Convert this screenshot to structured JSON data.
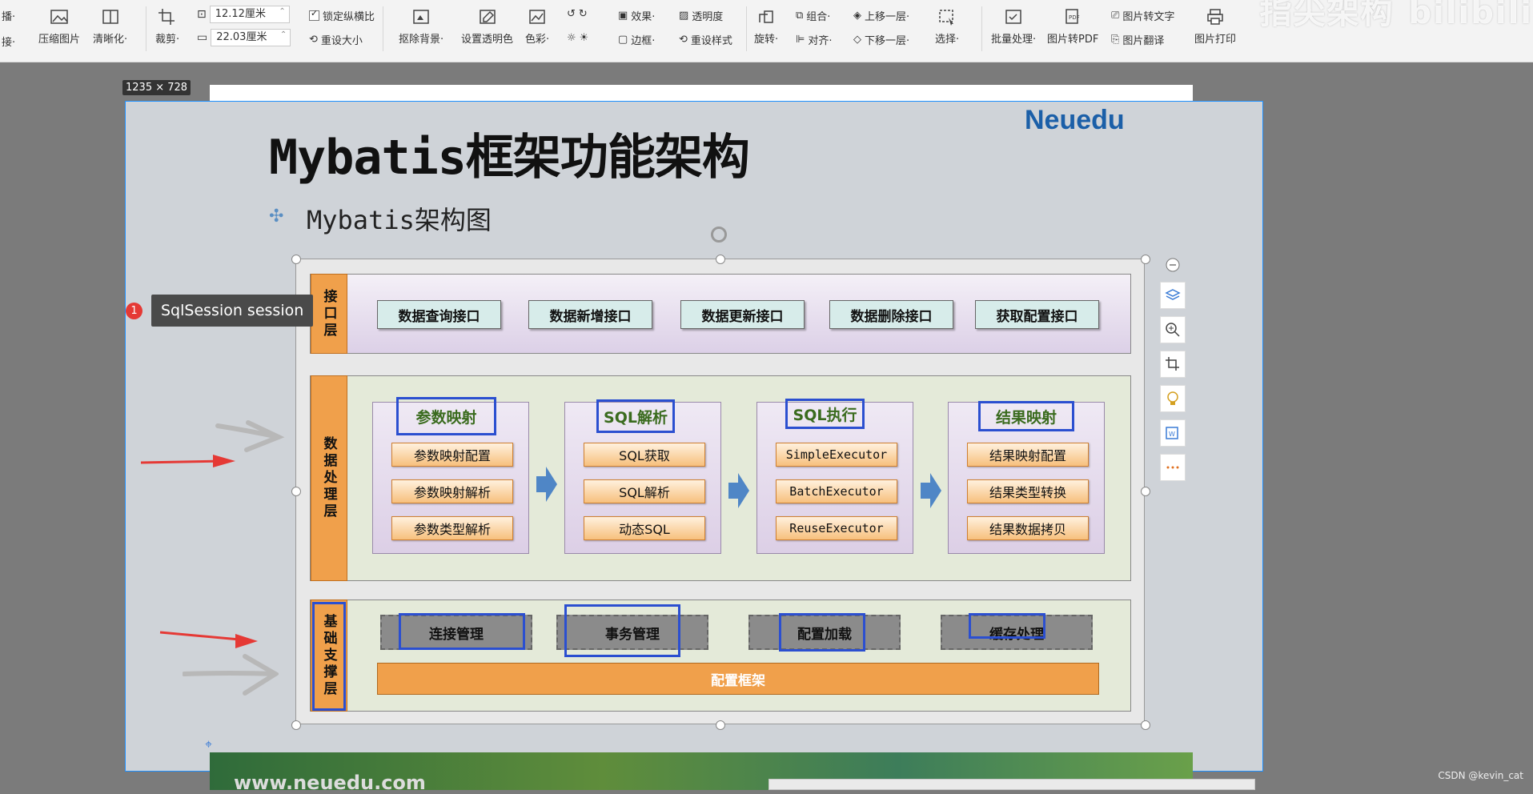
{
  "toolbar": {
    "left_cut_top": "播·",
    "left_cut_bottom": "接·",
    "compress": "压缩图片",
    "sharpen": "清晰化·",
    "crop": "裁剪·",
    "width_value": "12.12厘米",
    "height_value": "22.03厘米",
    "lock_ratio": "锁定纵横比",
    "reset_size": "重设大小",
    "remove_bg": "抠除背景·",
    "set_transparent": "设置透明色",
    "color": "色彩·",
    "effect": "效果·",
    "transparency": "透明度",
    "border": "边框·",
    "reset_style": "重设样式",
    "rotate": "旋转·",
    "group": "组合·",
    "align": "对齐·",
    "move_up": "上移一层·",
    "move_down": "下移一层·",
    "select": "选择·",
    "batch": "批量处理·",
    "to_pdf": "图片转PDF",
    "to_text": "图片转文字",
    "translate": "图片翻译",
    "print": "图片打印"
  },
  "watermark": {
    "left": "指尖架构",
    "right": "bilibili"
  },
  "dimension_label": "1235 × 728",
  "slide": {
    "title": "Mybatis框架功能架构",
    "logo": "Neuedu",
    "subtitle": "Mybatis架构图",
    "footer_url": "www.neuedu.com"
  },
  "diagram": {
    "interface_layer": {
      "label": "接口层",
      "items": [
        "数据查询接口",
        "数据新增接口",
        "数据更新接口",
        "数据删除接口",
        "获取配置接口"
      ]
    },
    "processing_layer": {
      "label": "数据处理层",
      "groups": [
        {
          "title": "参数映射",
          "items": [
            "参数映射配置",
            "参数映射解析",
            "参数类型解析"
          ]
        },
        {
          "title": "SQL解析",
          "items": [
            "SQL获取",
            "SQL解析",
            "动态SQL"
          ]
        },
        {
          "title": "SQL执行",
          "items": [
            "SimpleExecutor",
            "BatchExecutor",
            "ReuseExecutor"
          ]
        },
        {
          "title": "结果映射",
          "items": [
            "结果映射配置",
            "结果类型转换",
            "结果数据拷贝"
          ]
        }
      ]
    },
    "support_layer": {
      "label": "基础支撑层",
      "items": [
        "连接管理",
        "事务管理",
        "配置加载",
        "缓存处理"
      ],
      "config_bar": "配置框架"
    }
  },
  "tooltip": {
    "badge": "1",
    "text": "SqlSession  session"
  },
  "credit": "CSDN @kevin_cat",
  "colors": {
    "accent_blue": "#2b4fd0",
    "layer_orange": "#f0a04b",
    "selection_blue": "#1e90ff"
  }
}
